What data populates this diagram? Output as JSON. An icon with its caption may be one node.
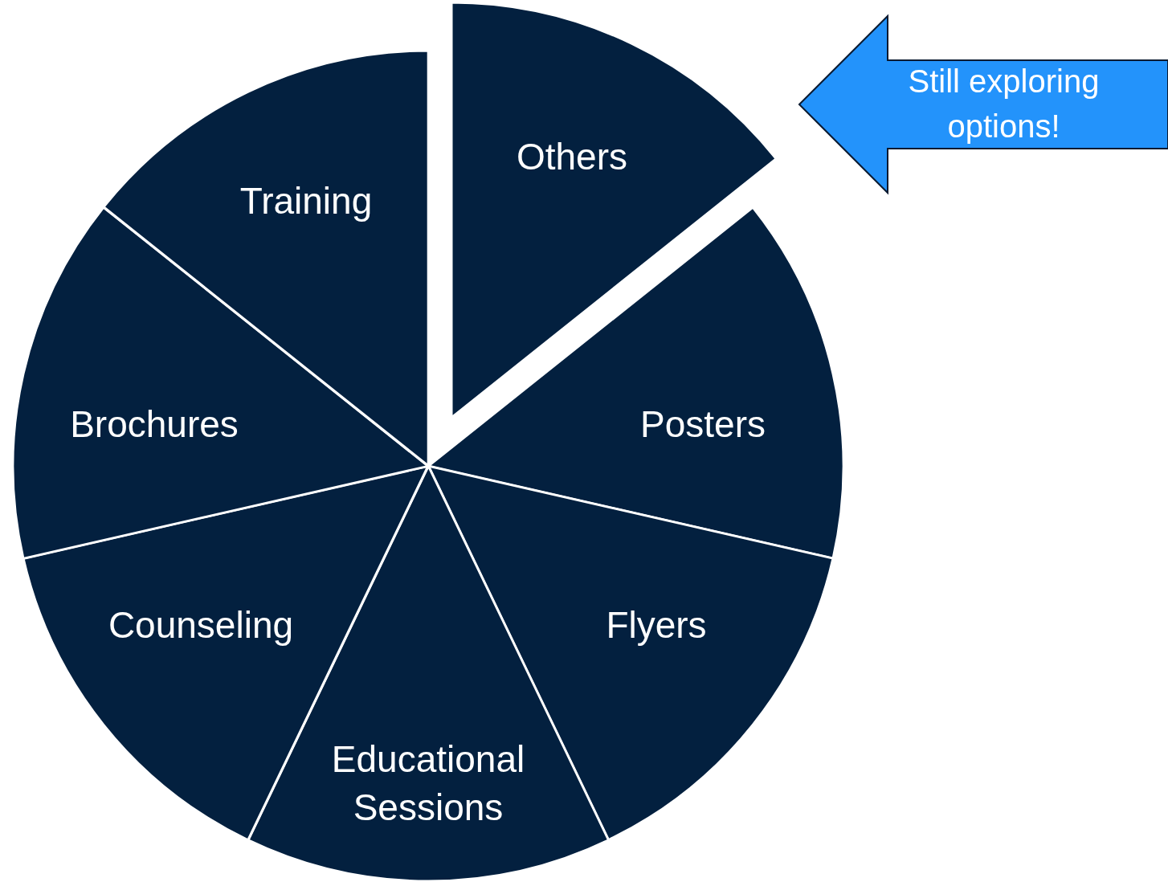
{
  "diagram": {
    "nodes": [
      {
        "text": [
          "Others"
        ]
      },
      {
        "text": [
          "Posters"
        ]
      },
      {
        "text": [
          "Flyers"
        ]
      },
      {
        "text": [
          "Educational Sessions"
        ]
      },
      {
        "text": [
          "Counseling"
        ]
      },
      {
        "text": [
          "Brochures"
        ]
      },
      {
        "text": [
          "Training"
        ]
      },
      {
        "text": [
          "Still exploring options!"
        ]
      }
    ]
  }
}
